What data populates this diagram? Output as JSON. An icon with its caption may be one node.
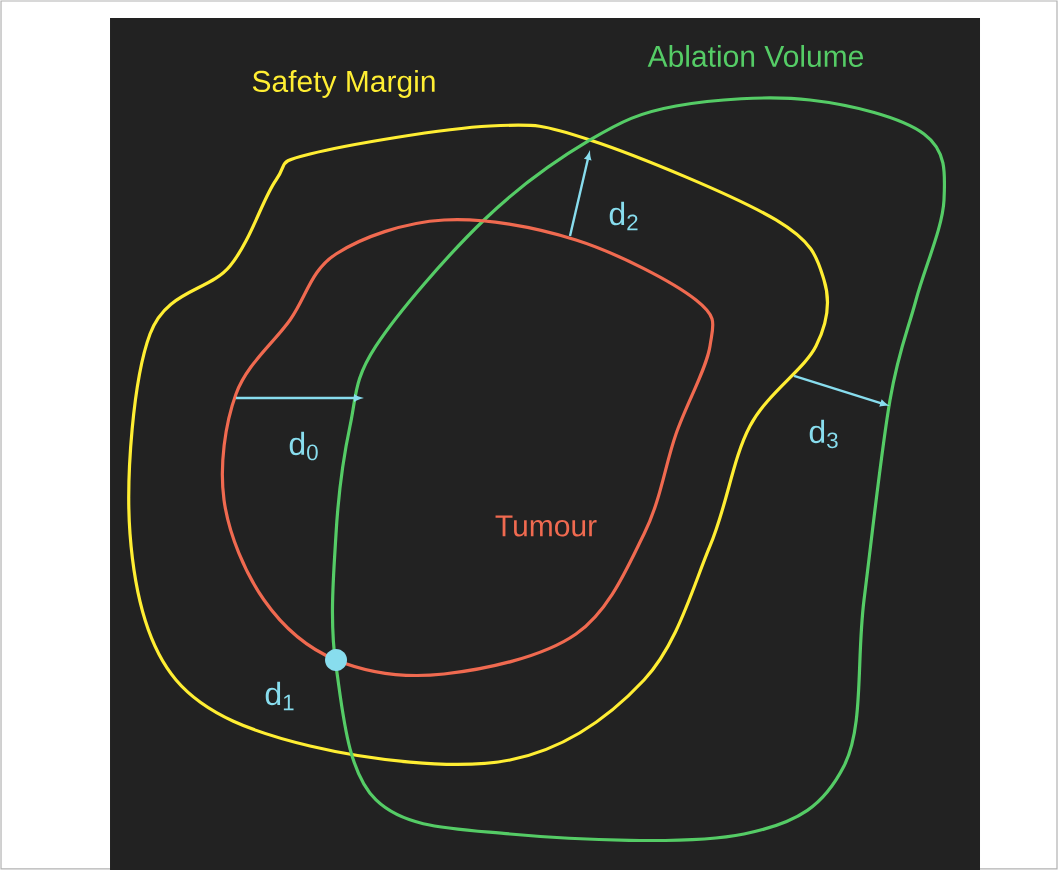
{
  "diagram": {
    "nodes": [
      {
        "text": [
          "Safety Margin"
        ]
      },
      {
        "text": [
          "Ablation Volume"
        ]
      },
      {
        "text": [
          "Tumour"
        ],
        "in": 0
      }
    ],
    "labels": [
      "d$_{2}$",
      "d$_{0}$",
      "d$_{3}$",
      "d$_{1}$"
    ]
  }
}
